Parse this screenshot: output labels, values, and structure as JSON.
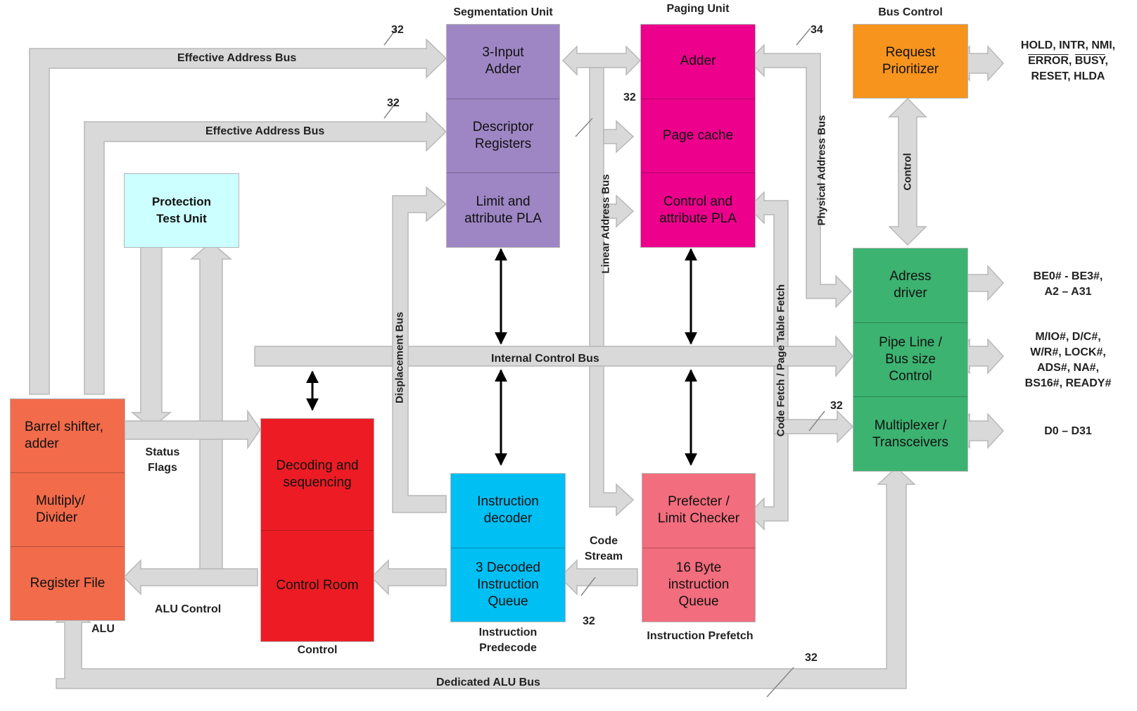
{
  "colors": {
    "bus": "#d9d9d9",
    "bus_stroke": "#b8b8b8",
    "segmentation": "#9e86c4",
    "paging": "#ec008c",
    "bus_control": "#f7941d",
    "bus_interface": "#3cb371",
    "protection": "#ccffff",
    "alu": "#f26b4b",
    "control": "#ed1c24",
    "predecode": "#00bff3",
    "prefetch": "#f26d7d"
  },
  "units": {
    "segmentation": {
      "title": "Segmentation Unit",
      "cells": [
        "3-Input\nAdder",
        "Descriptor\nRegisters",
        "Limit and\nattribute PLA"
      ]
    },
    "paging": {
      "title": "Paging Unit",
      "cells": [
        "Adder",
        "Page cache",
        "Control and\nattribute PLA"
      ]
    },
    "bus_control": {
      "title": "Bus Control",
      "cells": [
        "Request\nPrioritizer"
      ]
    },
    "bus_interface": {
      "cells": [
        "Adress\ndriver",
        "Pipe Line /\nBus size\nControl",
        "Multiplexer /\nTransceivers"
      ]
    },
    "protection": {
      "cells": [
        "Protection\nTest Unit"
      ]
    },
    "alu": {
      "title": "ALU",
      "cells": [
        "Barrel shifter,\nadder",
        "Multiply/\nDivider",
        "Register File"
      ]
    },
    "control": {
      "title": "Control",
      "cells": [
        "Decoding and\nsequencing",
        "Control Room"
      ]
    },
    "predecode": {
      "title": "Instruction\nPredecode",
      "cells": [
        "Instruction\ndecoder",
        "3 Decoded\nInstruction\nQueue"
      ]
    },
    "prefetch": {
      "title": "Instruction Prefetch",
      "cells": [
        "Prefecter /\nLimit Checker",
        "16 Byte\ninstruction\nQueue"
      ]
    }
  },
  "buses": {
    "effective_address_1": "Effective Address Bus",
    "effective_address_2": "Effective Address Bus",
    "internal_control": "Internal Control Bus",
    "dedicated_alu": "Dedicated ALU Bus",
    "linear_address": "Linear Address Bus",
    "physical_address": "Physical Address Bus",
    "displacement": "Displacement Bus",
    "code_fetch": "Code Fetch / Page Table Fetch",
    "control": "Control",
    "status_flags": "Status\nFlags",
    "alu_control": "ALU Control",
    "code_stream": "Code\nStream"
  },
  "bus_widths": {
    "w1": "32",
    "w2": "32",
    "w3": "32",
    "w4": "34",
    "w5": "32",
    "w6": "32",
    "w7": "32"
  },
  "signals": {
    "control_line1": "HOLD, INTR, NMI,",
    "control_line2_error": "ERROR",
    "control_line2_sep": ", ",
    "control_line2_busy": "BUSY",
    "control_line2_end": ",",
    "control_line3": "RESET, HLDA",
    "address": "BE0# - BE3#,\nA2 – A31",
    "bus_cycle": "M/IO#, D/C#,\nW/R#, LOCK#,\nADS#, NA#,\nBS16#, READY#",
    "data": "D0 – D31"
  }
}
